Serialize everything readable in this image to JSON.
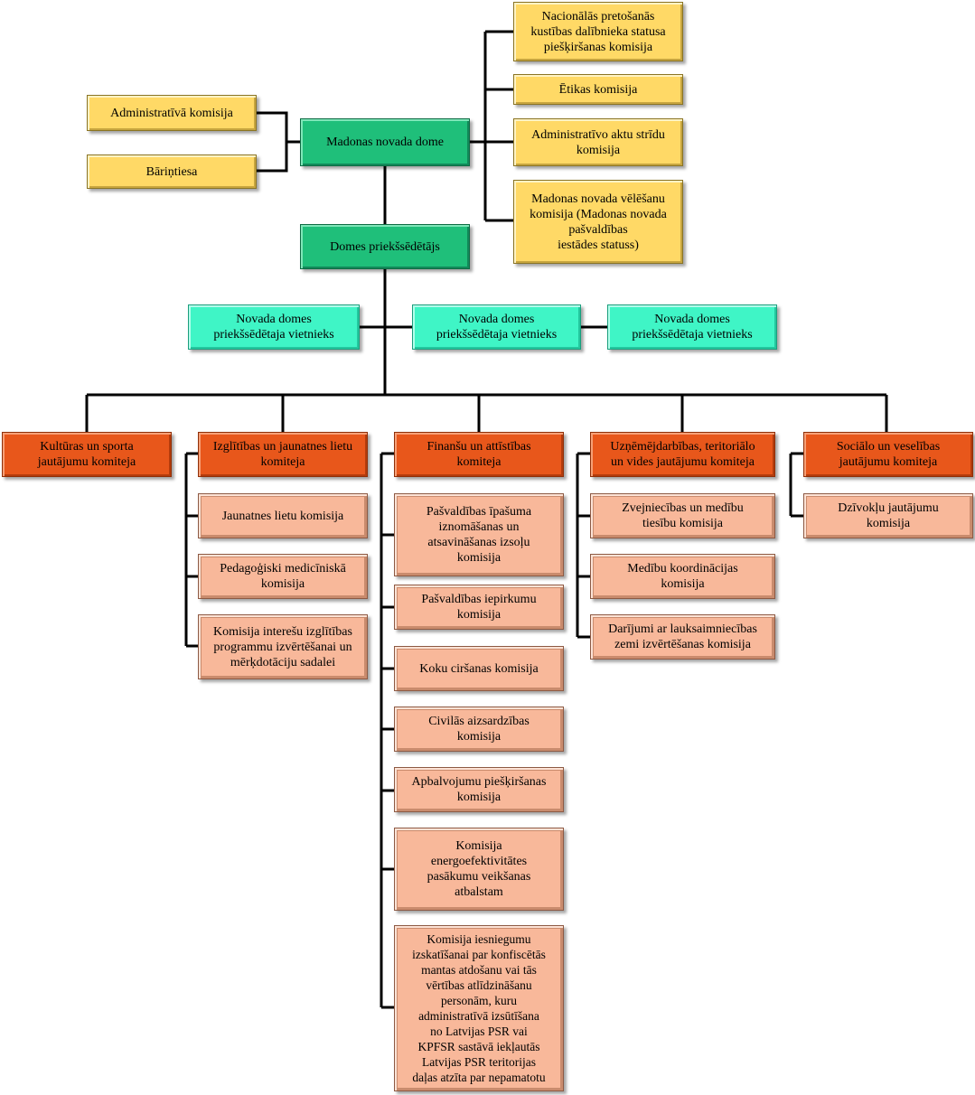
{
  "council": "Madonas novada dome",
  "council_left": [
    "Administratīvā komisija",
    "Bāriņtiesa"
  ],
  "council_right": [
    "Nacionālās pretošanās\nkustības dalībnieka statusa\npiešķiršanas komisija",
    "Ētikas komisija",
    "Administratīvo aktu strīdu\nkomisija",
    "Madonas novada vēlēšanu\nkomisija (Madonas novada\npašvaldības\niestādes statuss)"
  ],
  "chairman": "Domes priekšsēdētājs",
  "deputies": [
    "Novada domes\npriekšsēdētaja vietnieks",
    "Novada domes\npriekšsēdētaja vietnieks",
    "Novada domes\npriekšsēdētaja vietnieks"
  ],
  "committees": [
    {
      "name": "Kultūras un sporta\njautājumu komiteja",
      "commissions": []
    },
    {
      "name": "Izglītības un jaunatnes lietu\nkomiteja",
      "commissions": [
        "Jaunatnes lietu komisija",
        "Pedagoģiski medicīniskā\nkomisija",
        "Komisija interešu izglītības\nprogrammu izvērtēšanai un\nmērķdotāciju sadalei"
      ]
    },
    {
      "name": "Finanšu un attīstības\nkomiteja",
      "commissions": [
        "Pašvaldības īpašuma\niznomāšanas un\natsavināšanas izsoļu\nkomisija",
        "Pašvaldības iepirkumu\nkomisija",
        "Koku ciršanas komisija",
        "Civilās aizsardzības\nkomisija",
        "Apbalvojumu piešķiršanas\nkomisija",
        "Komisija\nenergoefektivitātes\npasākumu veikšanas\natbalstam",
        "Komisija iesniegumu\nizskatīšanai par konfiscētās\nmantas atdošanu vai tās\nvērtības atlīdzināšanu\npersonām, kuru\nadministratīvā izsūtīšana\nno Latvijas PSR vai\nKPFSR sastāvā iekļautās\nLatvijas PSR teritorijas\ndaļas atzīta par nepamatotu"
      ]
    },
    {
      "name": "Uzņēmējdarbības, teritoriālo\nun vides jautājumu komiteja",
      "commissions": [
        "Zvejniecības un medību\ntiesību komisija",
        "Medību koordinācijas\nkomisija",
        "Darījumi ar lauksaimniecības\nzemi izvērtēšanas komisija"
      ]
    },
    {
      "name": "Sociālo un veselības\njautājumu komiteja",
      "commissions": [
        "Dzīvokļu jautājumu\nkomisija"
      ]
    }
  ]
}
